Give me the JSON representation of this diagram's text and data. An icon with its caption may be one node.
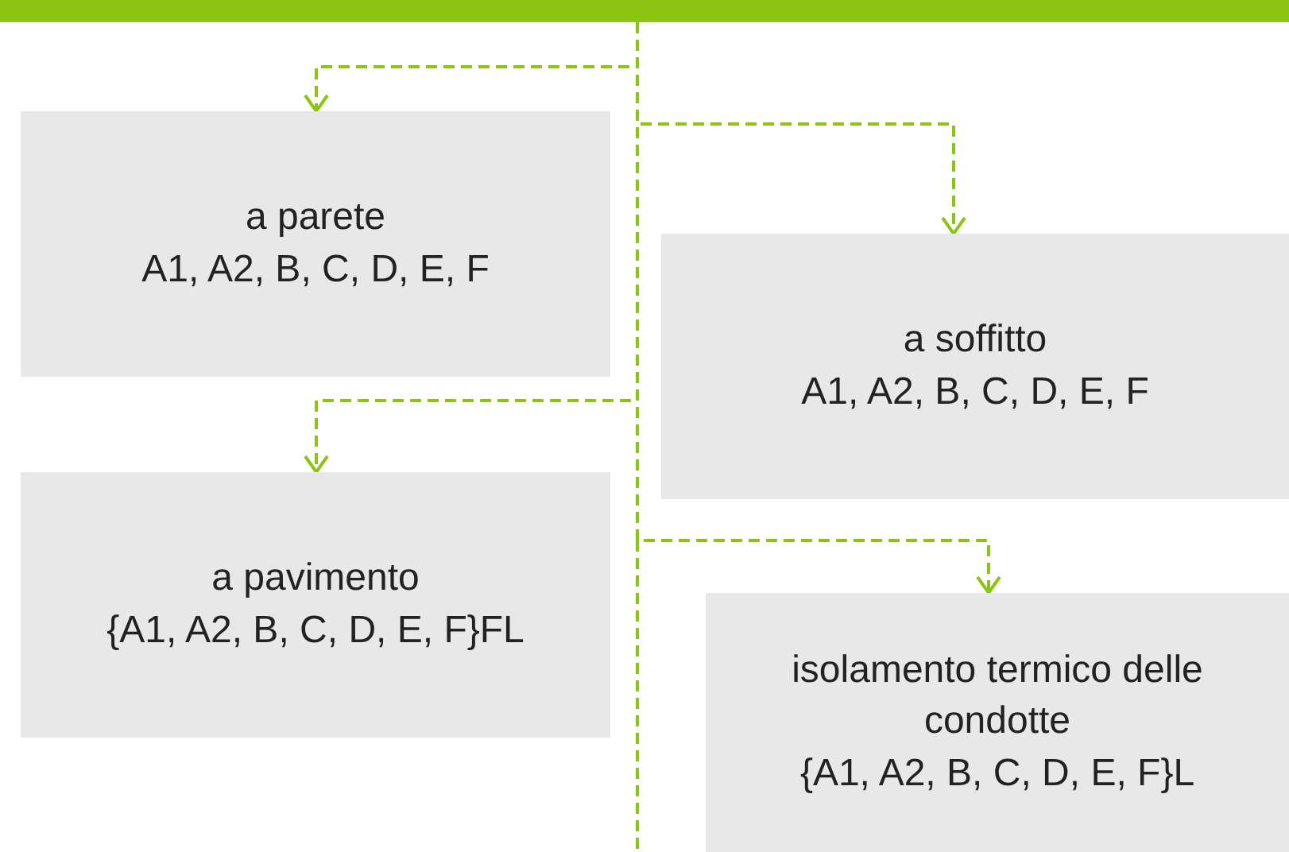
{
  "diagram": {
    "nodes": [
      {
        "text": [],
        "shape": "bar"
      },
      {
        "text": [
          "a parete",
          "A1, A2, B, C, D, E, F"
        ]
      },
      {
        "text": [
          "a soffitto",
          "A1, A2, B, C, D, E, F"
        ]
      },
      {
        "text": [
          "a pavimento",
          "{A1, A2, B, C, D, E, F}FL"
        ]
      },
      {
        "text": [
          "isolamento termico delle condotte",
          "{A1, A2, B, C, D, E, F}L"
        ]
      }
    ],
    "edges": [
      {
        "from": 0,
        "to": 1,
        "arrow": "to",
        "style": "dashed"
      },
      {
        "from": 0,
        "to": 2,
        "arrow": "to",
        "style": "dashed"
      },
      {
        "from": 0,
        "to": 3,
        "arrow": "to",
        "style": "dashed"
      },
      {
        "from": 0,
        "to": 4,
        "arrow": "to",
        "style": "dashed"
      }
    ]
  }
}
